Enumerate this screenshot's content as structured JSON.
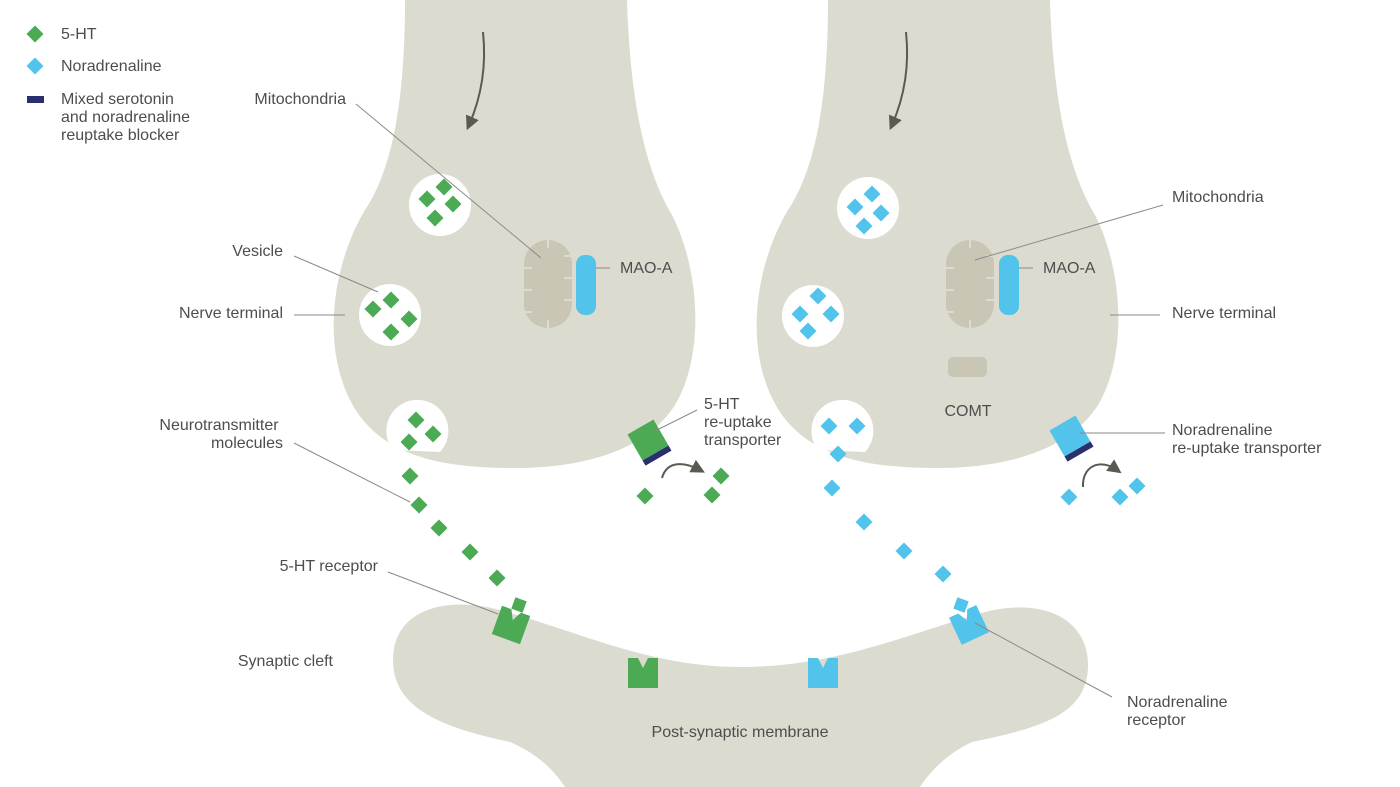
{
  "legend": {
    "items": [
      {
        "label": "5-HT",
        "color": "#4caa55"
      },
      {
        "label": "Noradrenaline",
        "color": "#52c3ea"
      },
      {
        "label_lines": [
          "Mixed serotonin",
          "and noradrenaline",
          "reuptake blocker"
        ],
        "color": "#2a2f6e"
      }
    ]
  },
  "left_terminal": {
    "mitochondria": "Mitochondria",
    "mao_a": "MAO-A",
    "vesicle": "Vesicle",
    "nerve_terminal": "Nerve terminal",
    "neurotransmitter_lines": [
      "Neurotransmitter",
      "molecules"
    ],
    "transporter_lines": [
      "5-HT",
      "re-uptake",
      "transporter"
    ],
    "receptor": "5-HT receptor"
  },
  "right_terminal": {
    "mitochondria": "Mitochondria",
    "mao_a": "MAO-A",
    "nerve_terminal": "Nerve terminal",
    "comt": "COMT",
    "transporter_lines": [
      "Noradrenaline",
      "re-uptake transporter"
    ],
    "receptor_lines": [
      "Noradrenaline",
      "receptor"
    ]
  },
  "synaptic_cleft": "Synaptic cleft",
  "post_synaptic": "Post-synaptic membrane",
  "colors": {
    "membrane": "#dcdbd0",
    "serotonin": "#4caa55",
    "noradrenaline": "#52c3ea",
    "blocker": "#2a2f6e",
    "mitochondria": "#c9c6b6"
  }
}
